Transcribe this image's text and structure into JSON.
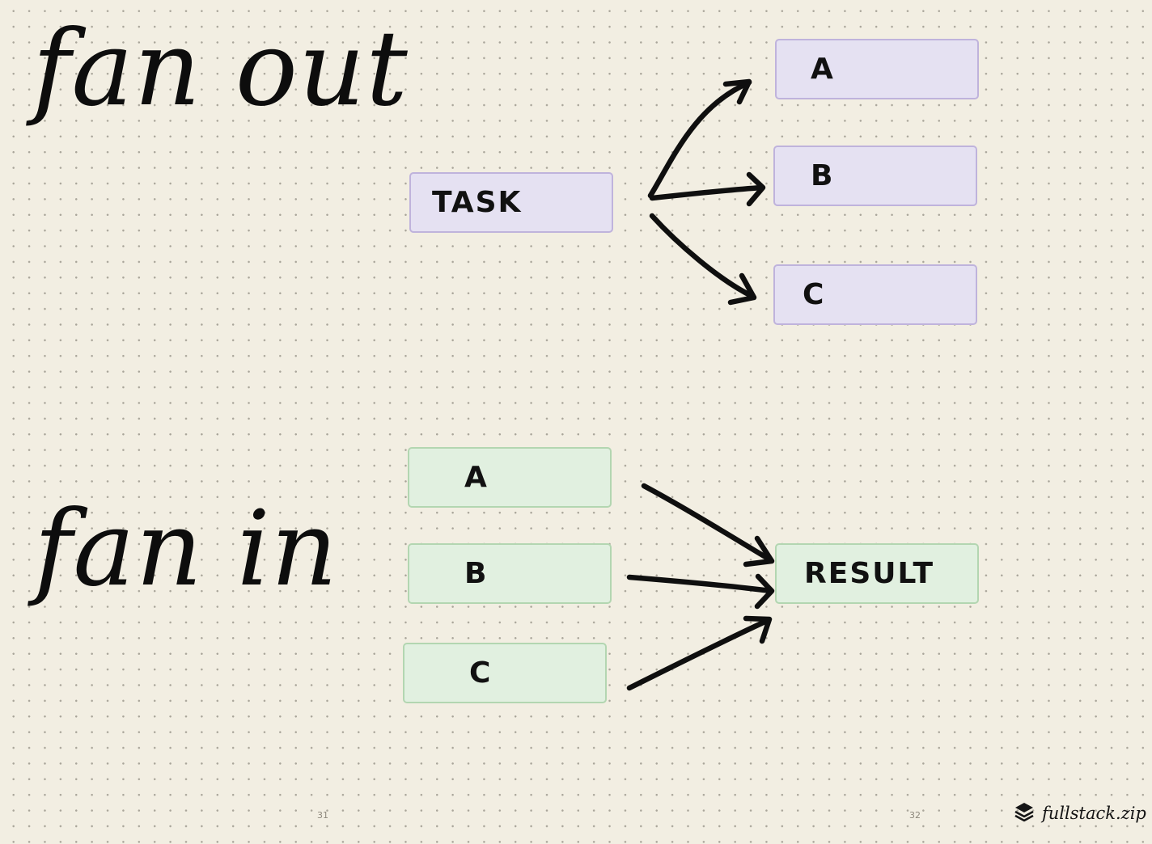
{
  "fan_out": {
    "title": "fan out",
    "source": "TASK",
    "targets": [
      "A",
      "B",
      "C"
    ],
    "color": "#e5e1f2"
  },
  "fan_in": {
    "title": "fan in",
    "sources": [
      "A",
      "B",
      "C"
    ],
    "target": "RESULT",
    "color": "#e1f0e0"
  },
  "page_numbers": [
    "31",
    "32"
  ],
  "brand": {
    "name": "fullstack.zip",
    "icon": "stack-layers-icon"
  }
}
